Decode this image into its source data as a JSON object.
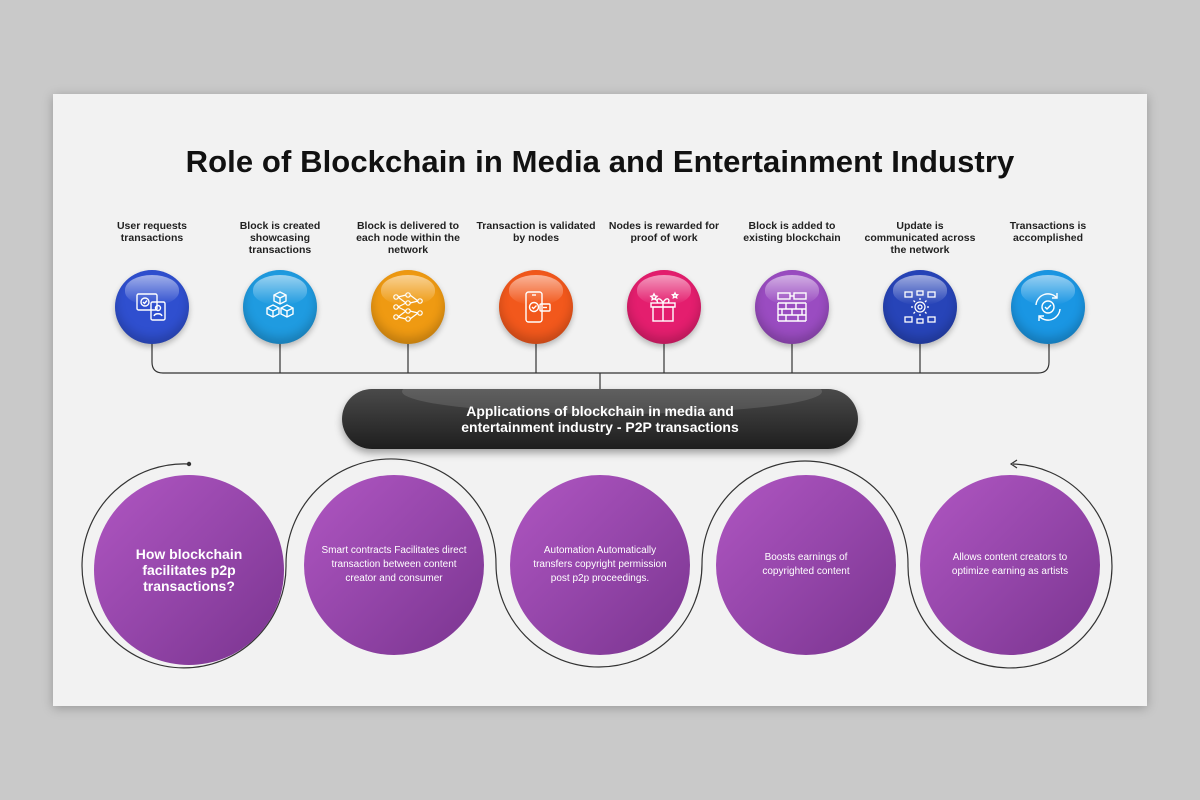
{
  "title": "Role of Blockchain in Media and Entertainment Industry",
  "steps": [
    {
      "label": "User requests transactions",
      "color": "#2f4fcf",
      "icon": "user-id-card-icon"
    },
    {
      "label": "Block is created showcasing transactions",
      "color": "#1f9be0",
      "icon": "cubes-icon"
    },
    {
      "label": "Block is delivered to each node within the network",
      "color": "#ef9a12",
      "icon": "neural-network-icon"
    },
    {
      "label": "Transaction is validated by nodes",
      "color": "#f2581c",
      "icon": "mobile-check-icon"
    },
    {
      "label": "Nodes is rewarded for proof of work",
      "color": "#e41e6e",
      "icon": "gift-box-icon"
    },
    {
      "label": "Block is added to existing blockchain",
      "color": "#9a4cc1",
      "icon": "brick-wall-icon"
    },
    {
      "label": "Update is communicated across the network",
      "color": "#2744b8",
      "icon": "gear-network-icon"
    },
    {
      "label": "Transactions is accomplished",
      "color": "#1a96e3",
      "icon": "refresh-check-icon"
    }
  ],
  "center": {
    "line1": "Applications of blockchain in media and",
    "line2": "entertainment industry - P2P transactions"
  },
  "bubbles": [
    "How blockchain facilitates p2p transactions?",
    "Smart contracts Facilitates direct transaction between content creator and consumer",
    "Automation Automatically transfers copyright permission post p2p proceedings.",
    "Boosts earnings of copyrighted content",
    "Allows content creators to optimize earning as artists"
  ]
}
